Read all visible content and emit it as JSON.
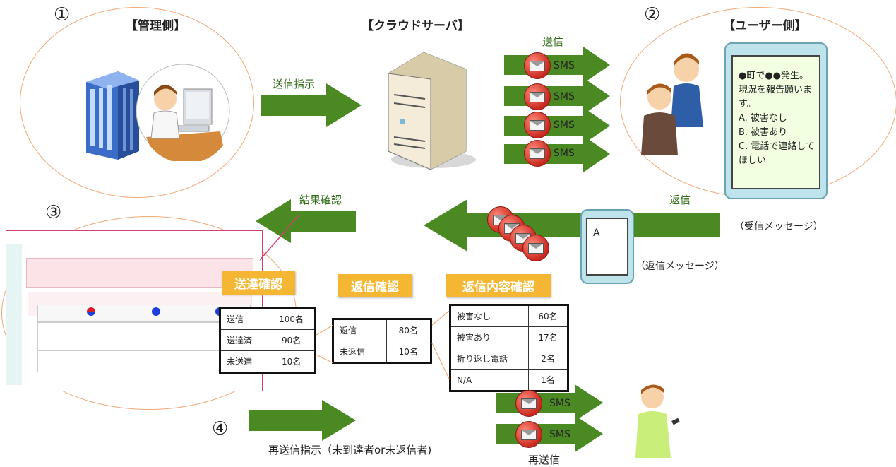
{
  "steps": {
    "s1": "①",
    "s2": "②",
    "s3": "③",
    "s4": "④"
  },
  "headers": {
    "admin": "【管理側】",
    "cloud": "【クラウドサーバ】",
    "user": "【ユーザー側】"
  },
  "arrows": {
    "send_instruction": "送信指示",
    "send": "送信",
    "reply": "返信",
    "result_check": "結果確認",
    "resend_instruction": "再送信指示（未到達者or未返信者)",
    "resend": "再送信"
  },
  "sms_label": "SMS",
  "phone_received": {
    "message": "●町で●●発生。現況を報告願います。\nA. 被害なし\nB. 被害あり\nC. 電話で連絡してほしい",
    "caption": "（受信メッセージ）"
  },
  "phone_reply": {
    "message": "A",
    "caption": "（返信メッセージ）"
  },
  "badges": {
    "delivery": "送達確認",
    "reply": "返信確認",
    "reply_content": "返信内容確認"
  },
  "tables": {
    "delivery": [
      [
        "送信",
        "100名"
      ],
      [
        "送達済",
        "90名"
      ],
      [
        "未送達",
        "10名"
      ]
    ],
    "reply": [
      [
        "返信",
        "80名"
      ],
      [
        "未返信",
        "10名"
      ]
    ],
    "content": [
      [
        "被害なし",
        "60名"
      ],
      [
        "被害あり",
        "17名"
      ],
      [
        "折り返し電話",
        "2名"
      ],
      [
        "N/A",
        "1名"
      ]
    ]
  },
  "colors": {
    "arrow": "#4b8a22",
    "badge": "#f5b733",
    "ellipse": "#f0a878",
    "sms_icon": "#c8281e"
  }
}
